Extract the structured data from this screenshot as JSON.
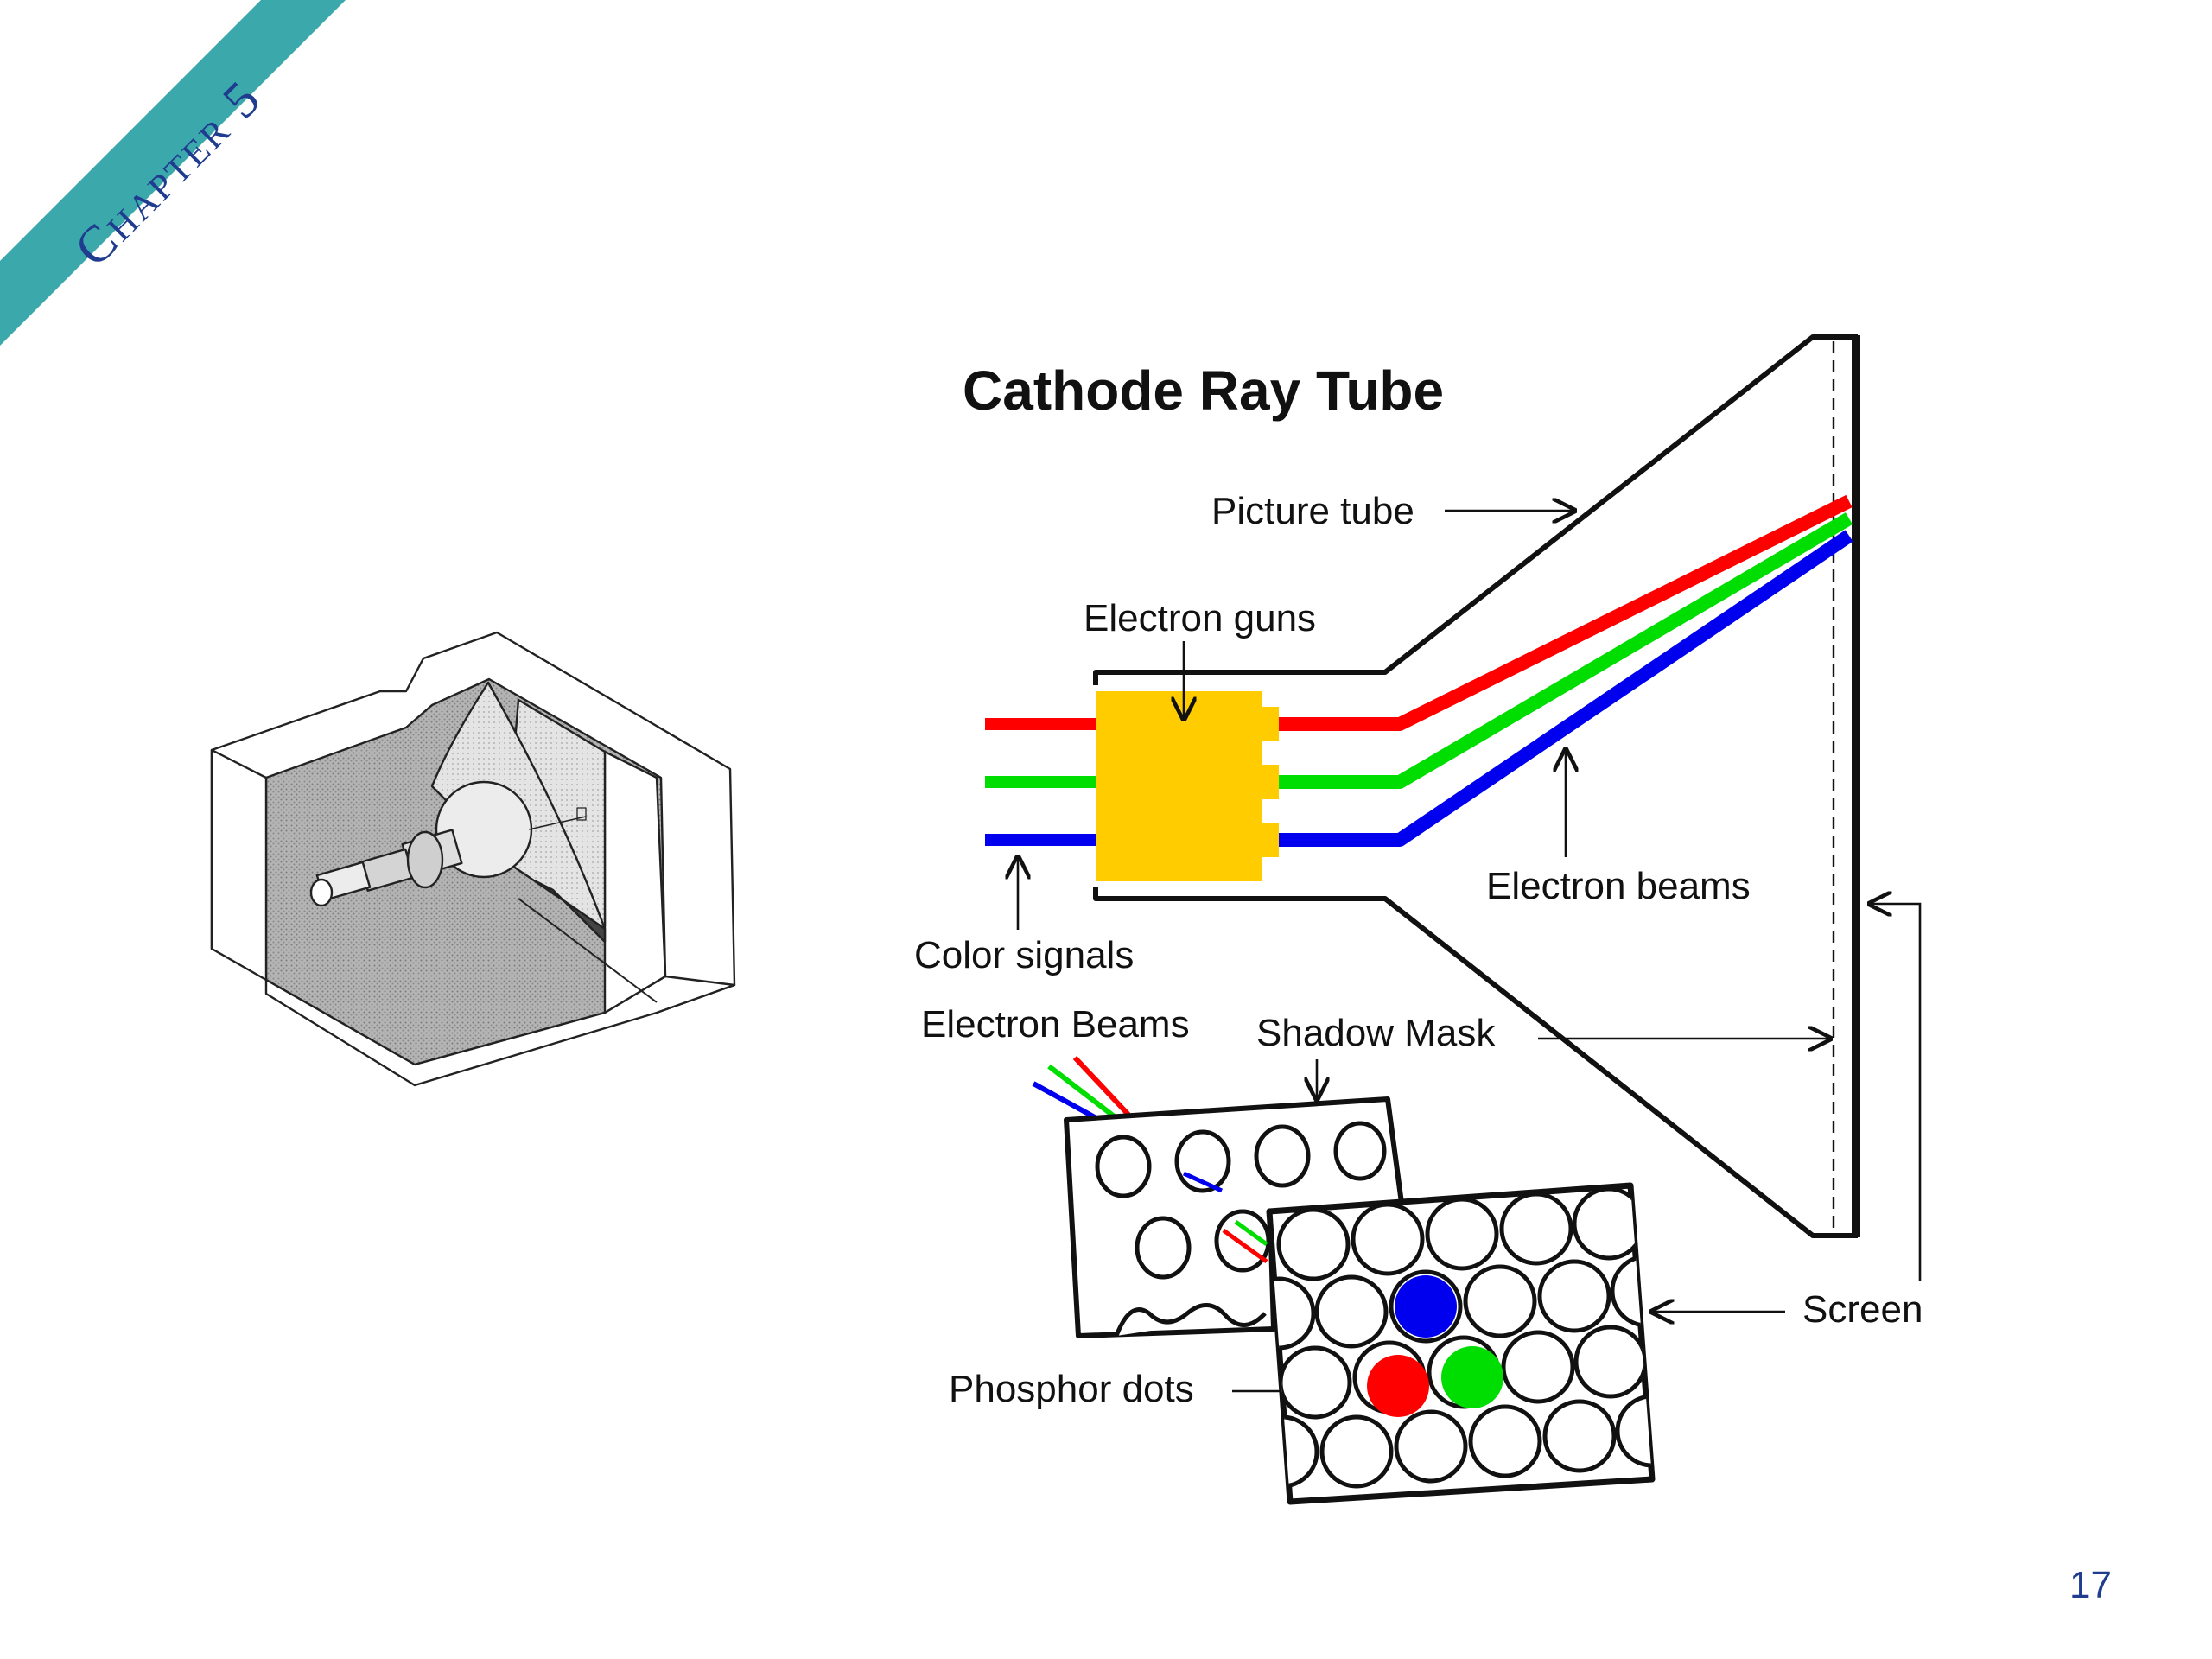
{
  "slide": {
    "chapter_banner": "Chapter 5",
    "page_number": "17"
  },
  "diagram": {
    "title": "Cathode Ray Tube",
    "labels": {
      "picture_tube": "Picture tube",
      "electron_guns": "Electron guns",
      "color_signals": "Color signals",
      "electron_beams": "Electron beams",
      "electron_beams_detail": "Electron Beams",
      "shadow_mask": "Shadow Mask",
      "screen": "Screen",
      "phosphor_dots": "Phosphor dots"
    },
    "colors": {
      "banner": "#3ba9ac",
      "banner_text": "#1f3c8f",
      "red_beam": "#ff0000",
      "green_beam": "#00dd00",
      "blue_beam": "#0000ee",
      "gun_block": "#ffcc00"
    }
  }
}
